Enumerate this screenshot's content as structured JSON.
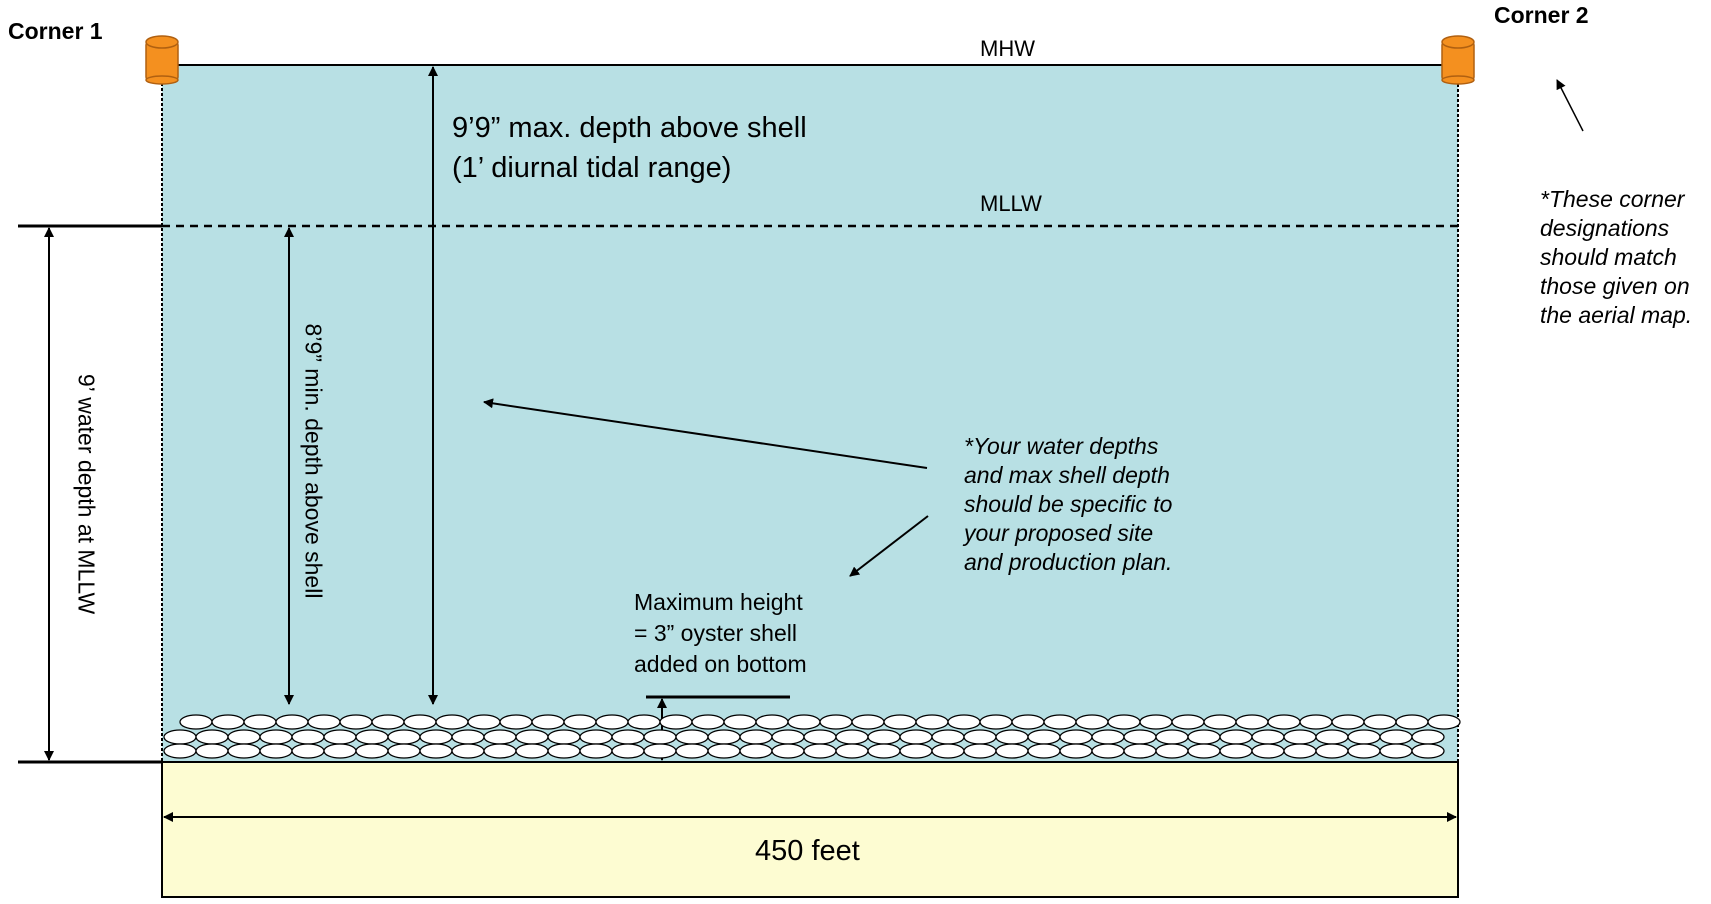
{
  "labels": {
    "corner1": "Corner 1",
    "corner2": "Corner 2",
    "mhw": "MHW",
    "mllw": "MLLW",
    "max_depth_line1": "9’9” max. depth above shell",
    "max_depth_line2": "(1’ diurnal tidal range)",
    "water_depth": "9’ water depth at MLLW",
    "min_depth": "8’9” min. depth above shell",
    "max_height_line1": "Maximum height",
    "max_height_line2": "= 3” oyster shell",
    "max_height_line3": "added on bottom",
    "width": "450 feet"
  },
  "notes": {
    "corner_note": [
      "*These corner",
      "designations",
      "should match",
      "those given on",
      "the aerial map."
    ],
    "depth_note": [
      "*Your water depths",
      "and max shell depth",
      "should be specific to",
      "your proposed site",
      "and production plan."
    ]
  },
  "colors": {
    "water": "#b8e0e4",
    "sand": "#fdfcd2",
    "buoy": "#f4901f",
    "shell_fill": "#ffffff",
    "line": "#000000"
  },
  "icons": {
    "buoy": "buoy-icon",
    "shell": "oyster-shell-icon"
  }
}
